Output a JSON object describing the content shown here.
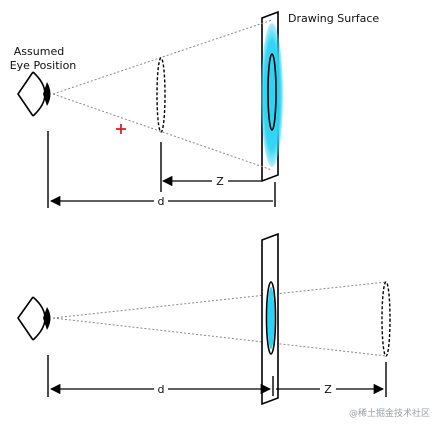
{
  "diagram": {
    "top_panel": {
      "eye_label_line1": "Assumed",
      "eye_label_line2": "Eye Position",
      "surface_label": "Drawing Surface",
      "z_label": "Z",
      "d_label": "d"
    },
    "bottom_panel": {
      "z_label": "Z",
      "d_label": "d"
    },
    "watermark": "@稀土掘金技术社区",
    "colors": {
      "line": "#000000",
      "projection": "#29d3f5",
      "marker": "#e02020",
      "panel_fill": "#ffffff"
    }
  }
}
